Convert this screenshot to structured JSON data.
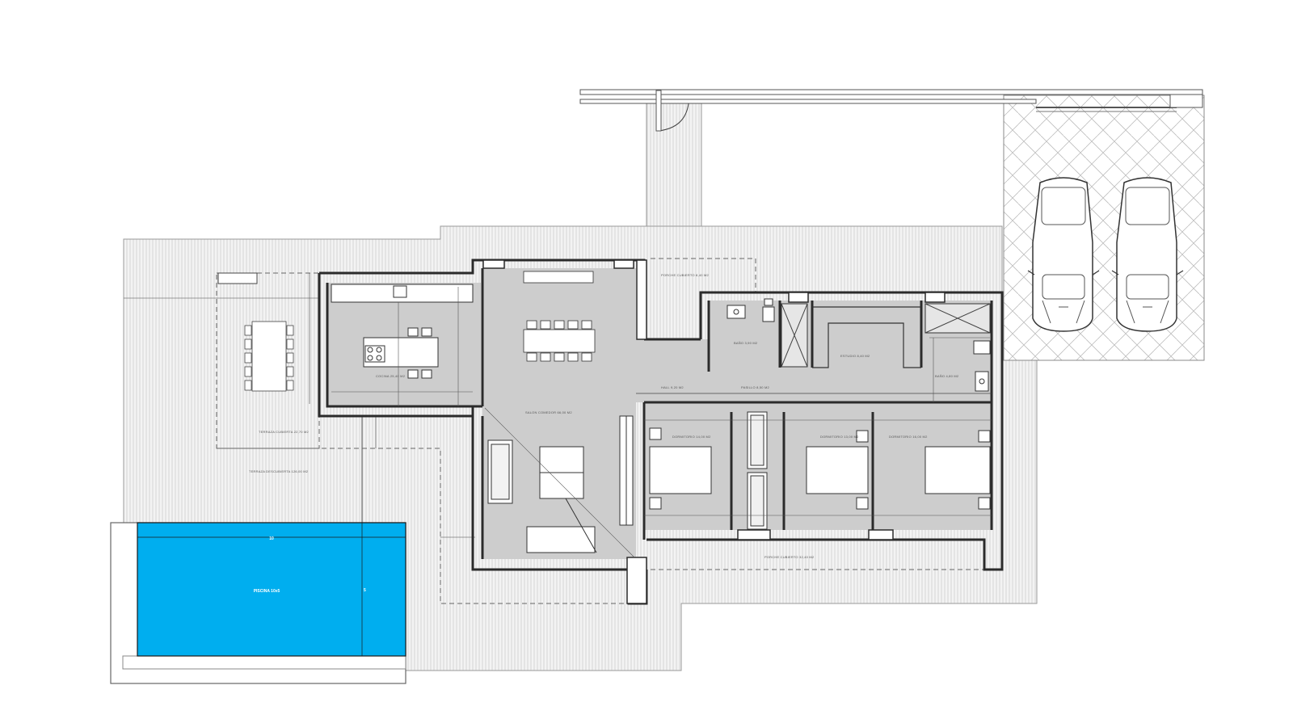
{
  "labels": {
    "terrace_covered": "TERRAZA CUBIERTA 22,70 M2",
    "terrace_uncovered": "TERRAZA DESCUBIERTA 126,00 M2",
    "kitchen": "COCINA 25,40 M2",
    "living_dining": "SALON COMEDOR 66,00 M2",
    "porch_entry": "PORCHE CUBIERTO 8,40 M2",
    "hall": "HALL 9,20 M2",
    "corridor": "PASILLO 8,50 M2",
    "bath_1": "BAÑO 3,90 M2",
    "laundry": "ESTUDIO 8,40 M2",
    "bath_2": "BAÑO 4,80 M2",
    "bedroom_1": "DORMITORIO 14,00 M2",
    "bedroom_2": "DORMITORIO 13,00 M2",
    "bedroom_3": "DORMITORIO 16,00 M2",
    "porch_rear": "PORCHE CUBIERTO 32,40 M2",
    "pool": "PISCINA 10x5",
    "pool_dim_a": "10",
    "pool_dim_b": "5"
  },
  "colors": {
    "pool": "#00aeef",
    "interior": "#cdcdcd",
    "terrace_hatch": "#c9c9c9",
    "wall": "#2b2b2b"
  },
  "icons": [
    "car-icon",
    "car-icon",
    "dining-table-icon",
    "bed-icon",
    "sofa-icon"
  ]
}
